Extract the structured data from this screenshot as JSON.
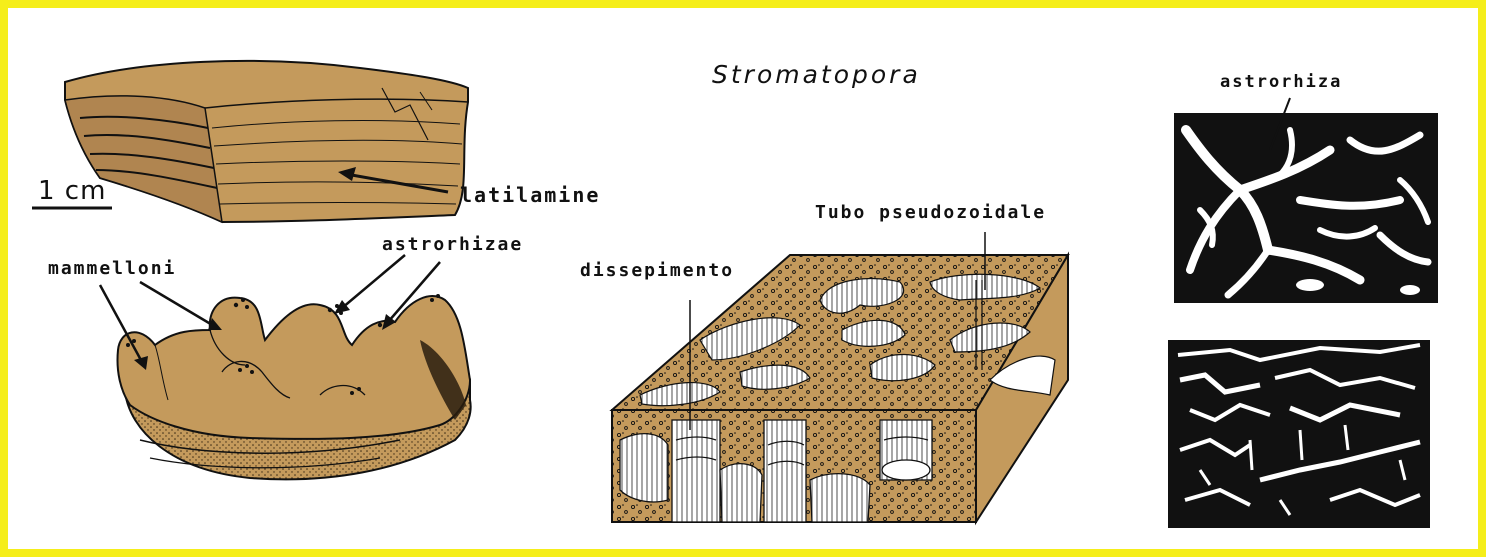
{
  "labels": {
    "title": "Stromatopora",
    "scale": "1 cm",
    "latilamine": "latilamine",
    "mammelloni": "mammelloni",
    "astrorhizae": "astrorhizae",
    "dissepimento": "dissepimento",
    "tubo": "Tubo pseudozoidale",
    "astrorhiza": "astrorhiza"
  },
  "colors": {
    "frame": "#f5ee1a",
    "fossil_fill": "#c49a5c",
    "ink": "#111111",
    "background": "#ffffff"
  }
}
